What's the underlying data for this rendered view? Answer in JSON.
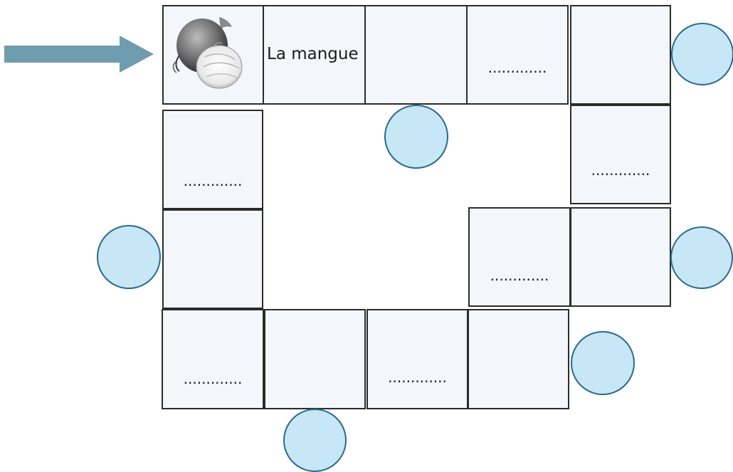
{
  "colors": {
    "cell_bg": "#f3f7fb",
    "cell_border": "#2b2b2b",
    "circle_fill": "#c7e6f6",
    "circle_stroke": "#2a6a8c",
    "arrow": "#6f9caf"
  },
  "start_arrow": {
    "icon": "arrow-right-icon"
  },
  "cells": [
    {
      "id": "c1",
      "kind": "image",
      "icon": "onion-icon"
    },
    {
      "id": "c2",
      "kind": "word",
      "text": "La mangue"
    },
    {
      "id": "c3",
      "kind": "empty"
    },
    {
      "id": "c4",
      "kind": "blank",
      "text": "............."
    },
    {
      "id": "c5",
      "kind": "empty"
    },
    {
      "id": "c6",
      "kind": "blank",
      "text": "............."
    },
    {
      "id": "c7",
      "kind": "blank",
      "text": "............."
    },
    {
      "id": "c8",
      "kind": "empty"
    },
    {
      "id": "c9",
      "kind": "blank",
      "text": "............."
    },
    {
      "id": "c10",
      "kind": "empty"
    },
    {
      "id": "c11",
      "kind": "blank",
      "text": "............."
    },
    {
      "id": "c12",
      "kind": "empty"
    },
    {
      "id": "c13",
      "kind": "blank",
      "text": "............."
    },
    {
      "id": "c14",
      "kind": "empty"
    }
  ],
  "circles": [
    {
      "id": "o1",
      "content": ""
    },
    {
      "id": "o2",
      "content": ""
    },
    {
      "id": "o3",
      "content": ""
    },
    {
      "id": "o4",
      "content": ""
    },
    {
      "id": "o5",
      "content": ""
    },
    {
      "id": "o6",
      "content": ""
    },
    {
      "id": "o7",
      "content": ""
    }
  ]
}
